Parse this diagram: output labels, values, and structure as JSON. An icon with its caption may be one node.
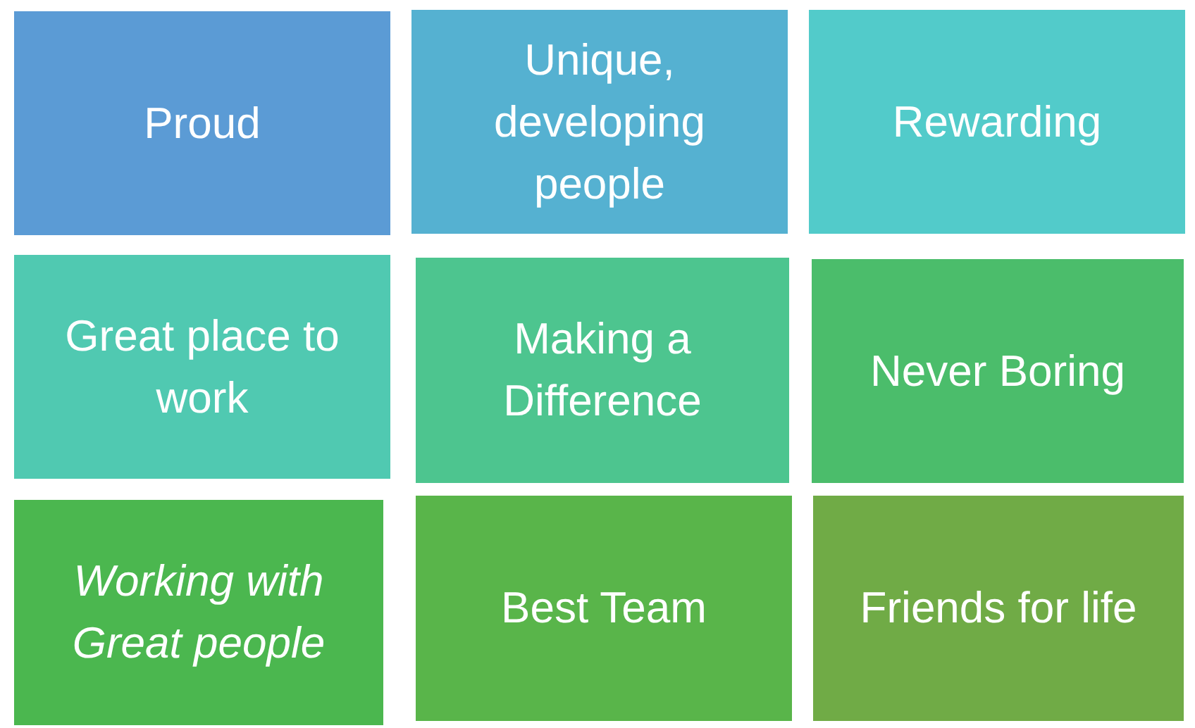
{
  "diagram": {
    "nodes": [
      {
        "text": [
          "Proud"
        ]
      },
      {
        "text": [
          "Unique, developing people"
        ]
      },
      {
        "text": [
          "Rewarding"
        ]
      },
      {
        "text": [
          "Great place to work"
        ]
      },
      {
        "text": [
          "Making a Difference"
        ]
      },
      {
        "text": [
          "Never Boring"
        ]
      },
      {
        "text": [
          "Working with Great people"
        ]
      },
      {
        "text": [
          "Best Team"
        ]
      },
      {
        "text": [
          "Friends for life"
        ]
      }
    ]
  }
}
